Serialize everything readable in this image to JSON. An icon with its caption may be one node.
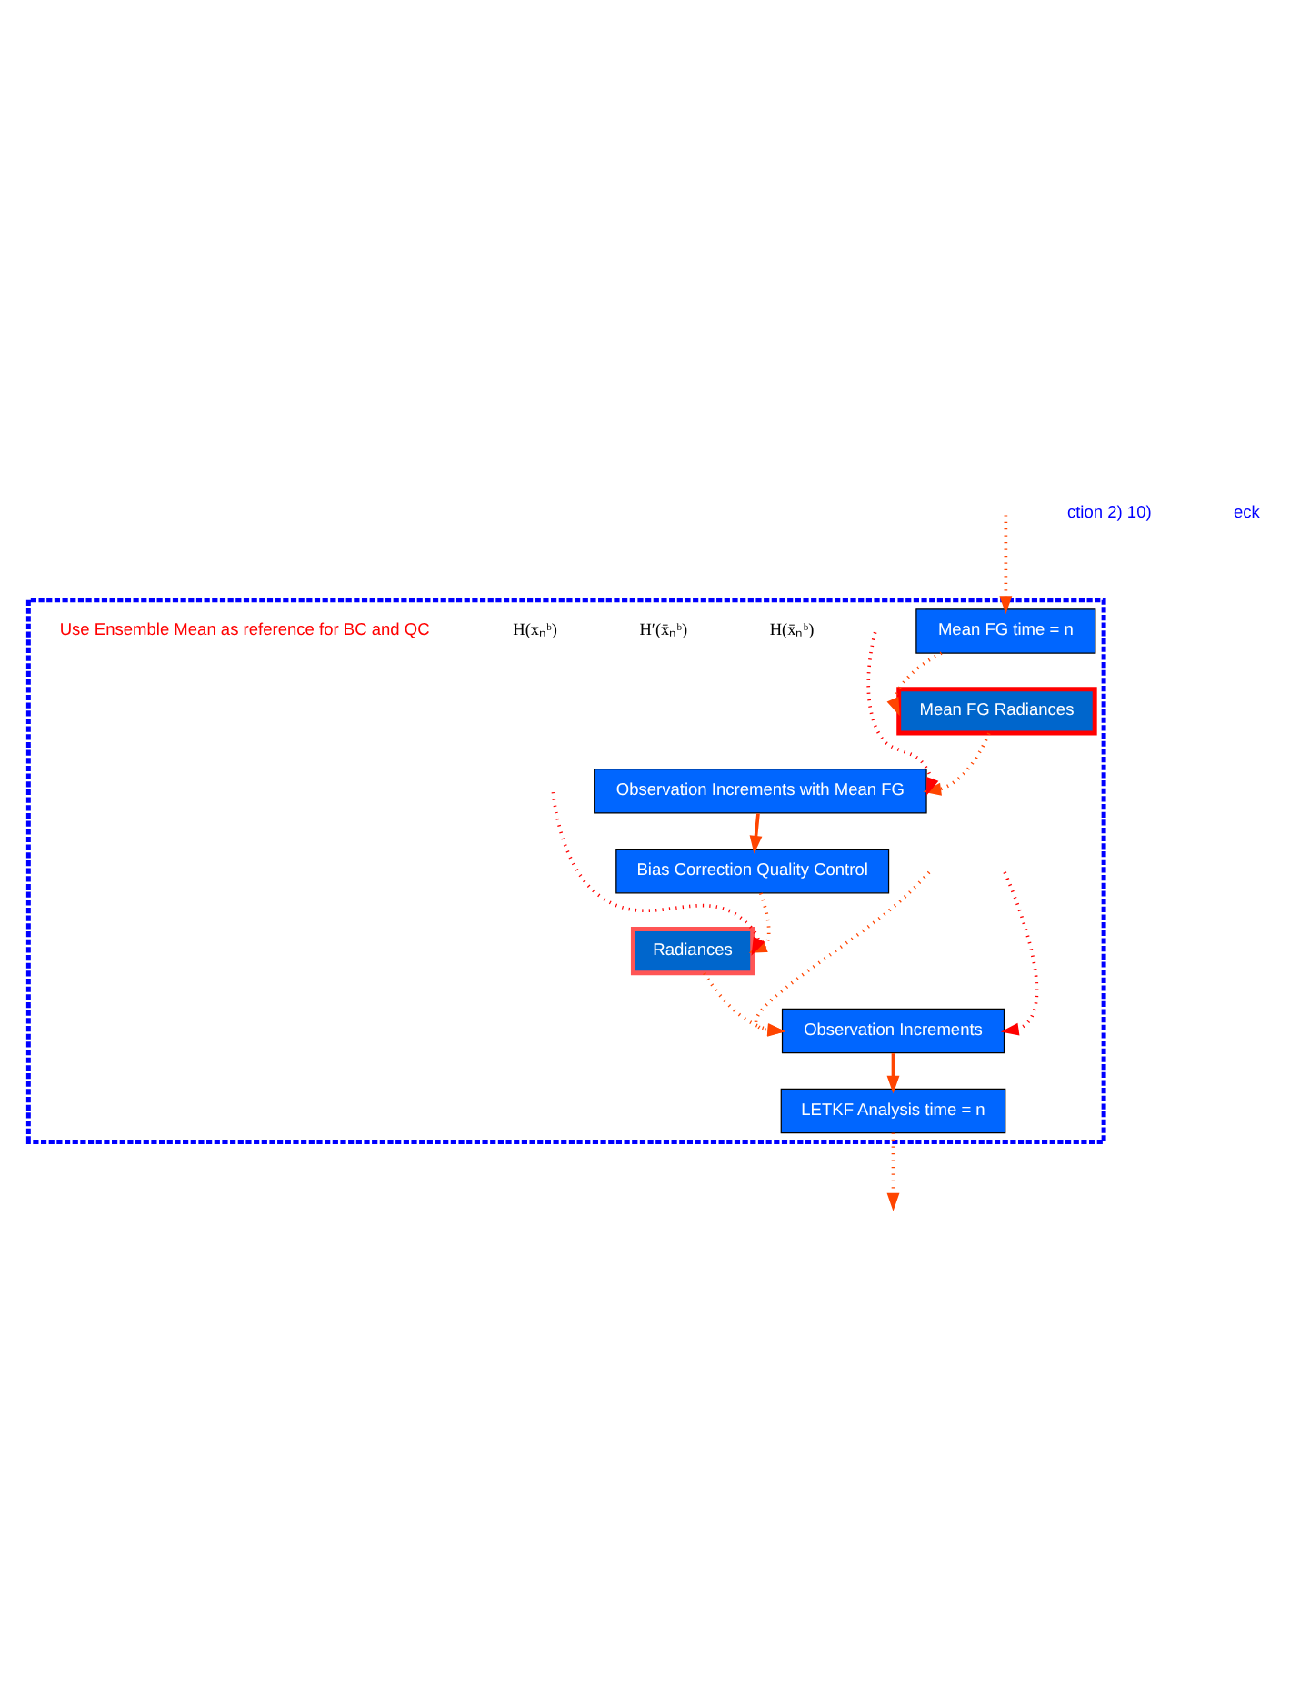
{
  "diagram": {
    "nodes": [
      {
        "text": [],
        "shape": "box"
      },
      {
        "text": [
          "Mean FG time = n"
        ],
        "in": 0
      },
      {
        "text": [
          "Mean FG Radiances"
        ],
        "in": 0
      },
      {
        "text": [
          "Observation Increments with Mean FG"
        ],
        "in": 0
      },
      {
        "text": [
          "Bias Correction Quality Control"
        ],
        "in": 0
      },
      {
        "text": [
          "Radiances"
        ],
        "in": 0
      },
      {
        "text": [
          "Observation Increments"
        ],
        "in": 0
      },
      {
        "text": [
          "LETKF Analysis time = n"
        ],
        "in": 0
      }
    ],
    "edges": [
      {
        "from": null,
        "to": 1,
        "arrow": "to",
        "style": "dashed"
      },
      {
        "from": null,
        "to": 6,
        "arrow": "to",
        "style": "dashed"
      },
      {
        "from": 1,
        "to": 2,
        "arrow": "to",
        "style": "dashed"
      },
      {
        "from": 2,
        "to": 3,
        "arrow": "to",
        "style": "dashed"
      },
      {
        "from": 3,
        "to": 4,
        "arrow": "to"
      },
      {
        "from": 4,
        "to": 5,
        "arrow": "to",
        "style": "dashed"
      },
      {
        "from": 5,
        "to": 6,
        "arrow": "to",
        "style": "dashed"
      },
      {
        "from": 6,
        "to": 7,
        "arrow": "to"
      },
      {
        "from": 7,
        "to": null,
        "arrow": "to",
        "style": "dashed"
      },
      {
        "from": null,
        "to": 3,
        "arrow": "to",
        "style": "dashed",
        "color": "#ff0000"
      },
      {
        "from": null,
        "to": 5,
        "arrow": "to",
        "style": "dashed",
        "color": "#ff0000"
      },
      {
        "from": null,
        "to": 6,
        "arrow": "to",
        "style": "dashed",
        "color": "#ff0000"
      }
    ],
    "labels": [
      "H(x̄ₙᵇ)",
      "H′(x̄ₙᵇ)",
      "ction 2) 10)",
      "H(xₙᵇ)",
      "eck",
      "Use Ensemble Mean as reference for BC and QC"
    ]
  }
}
